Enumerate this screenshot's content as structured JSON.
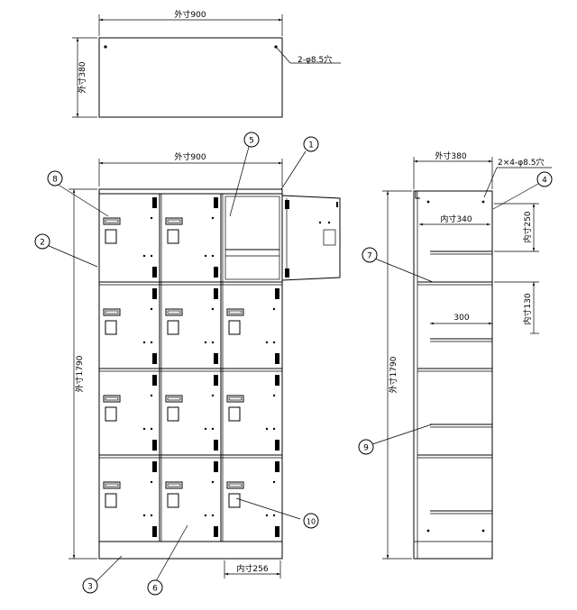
{
  "top_view": {
    "width_label": "外寸900",
    "depth_label": "外寸380",
    "hole_label": "2-φ8.5穴"
  },
  "front_view": {
    "width_label": "外寸900",
    "height_label": "外寸1790",
    "inner_width_label": "内寸256"
  },
  "side_view": {
    "depth_label": "外寸380",
    "hole_label": "2×4-φ8.5穴",
    "inner_width_label": "内寸340",
    "inner_height_upper_label": "内寸250",
    "inner_height_lower_label": "内寸130",
    "shelf_width_label": "300",
    "height_label": "外寸1790"
  },
  "callouts": [
    "1",
    "2",
    "3",
    "4",
    "5",
    "6",
    "7",
    "8",
    "9",
    "10"
  ]
}
